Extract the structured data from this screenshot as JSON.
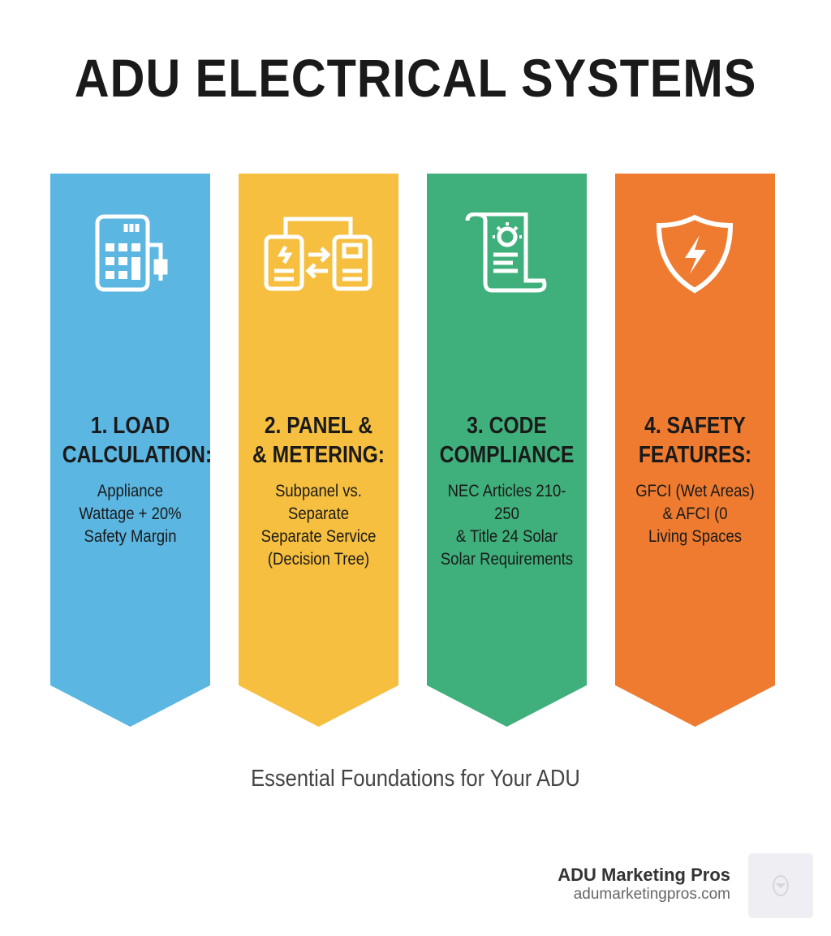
{
  "title": "ADU ELECTRICAL SYSTEMS",
  "columns": [
    {
      "heading_1": "1. LOAD",
      "heading_2": "CALCULATION:",
      "desc": [
        "Appliance",
        "Wattage + 20%",
        "Safety Margin"
      ],
      "color": "#5BB6E1",
      "icon": "calculator-plug-icon"
    },
    {
      "heading_1": "2. PANEL &",
      "heading_2": "& METERING:",
      "desc": [
        "Subpanel vs.",
        "Separate",
        "Separate Service",
        "(Decision Tree)"
      ],
      "color": "#F6BF3F",
      "icon": "panels-exchange-icon"
    },
    {
      "heading_1": "3. CODE",
      "heading_2": "COMPLIANCE",
      "desc": [
        "NEC Articles 210-250",
        "& Title 24 Solar",
        "Solar Requirements"
      ],
      "color": "#3FB07B",
      "icon": "scroll-sun-icon"
    },
    {
      "heading_1": "4. SAFETY",
      "heading_2": "FEATURES:",
      "desc": [
        "GFCI (Wet Areas)",
        "& AFCI (0",
        "Living Spaces"
      ],
      "color": "#EE7B30",
      "icon": "shield-lightning-icon"
    }
  ],
  "subtitle": "Essential Foundations for Your ADU",
  "brand": {
    "name": "ADU Marketing Pros",
    "url": "adumarketingpros.com"
  }
}
